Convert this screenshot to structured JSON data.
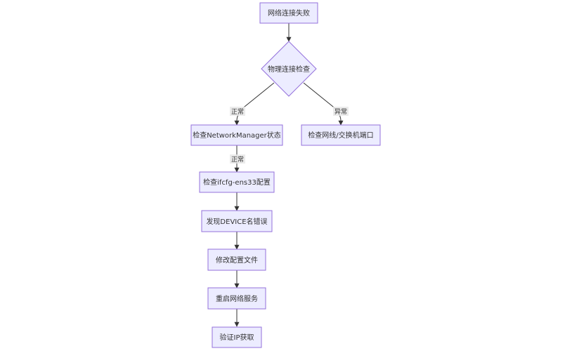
{
  "flowchart": {
    "nodes": {
      "network_fail": "网络连接失败",
      "physical_check": "物理连接检查",
      "check_nm": "检查NetworkManager状态",
      "check_cable": "检查网线/交换机端口",
      "check_ifcfg": "检查ifcfg-ens33配置",
      "device_error": "发现DEVICE名错误",
      "modify_config": "修改配置文件",
      "restart_service": "重启网络服务",
      "verify_ip": "验证IP获取"
    },
    "edge_labels": {
      "physical_to_nm": "正常",
      "physical_to_cable": "异常",
      "nm_to_ifcfg": "正常"
    },
    "colors": {
      "node_fill": "#ECECFF",
      "node_stroke": "#9370DB",
      "edge": "#333333",
      "text": "#333333"
    }
  }
}
